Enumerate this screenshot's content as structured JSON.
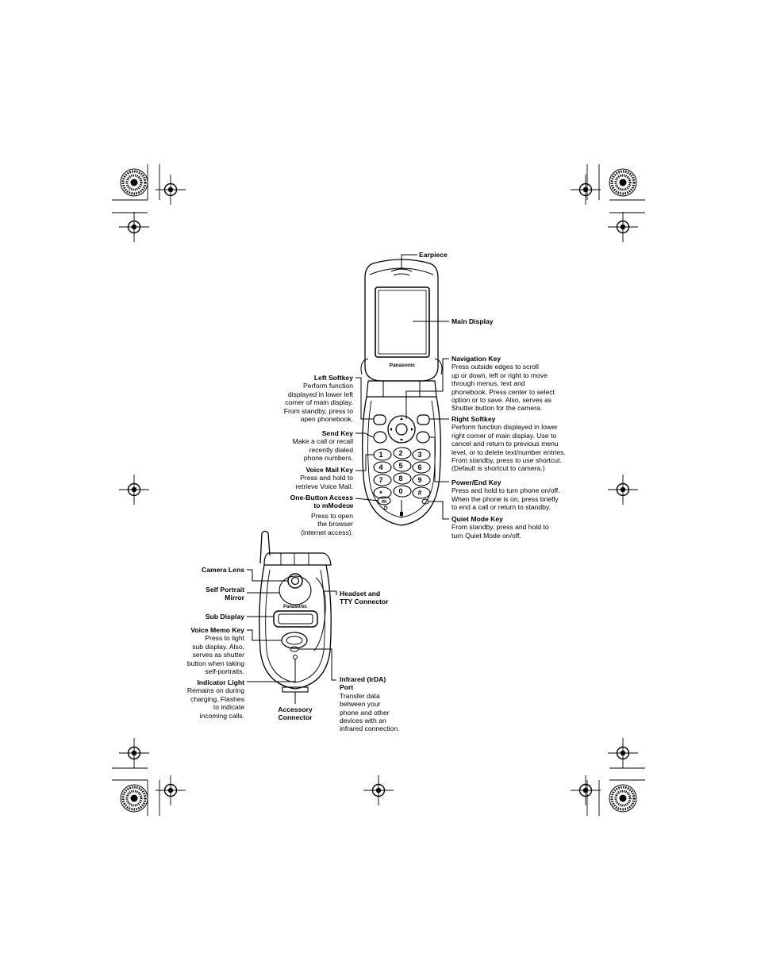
{
  "phone_open": {
    "brand": "Panasonic",
    "keys": {
      "k1": "1",
      "k2": "2",
      "k3": "3",
      "k4": "4",
      "k5": "5",
      "k6": "6",
      "k7": "7",
      "k8": "8",
      "k9": "9",
      "kstar": "*",
      "k0": "0",
      "khash": "#",
      "mmode": "m"
    }
  },
  "phone_closed": {
    "brand": "Panasonic"
  },
  "labels": {
    "earpiece": {
      "title": "Earpiece"
    },
    "main_display": {
      "title": "Main Display"
    },
    "navigation_key": {
      "title": "Navigation Key",
      "desc": "Press outside edges to scroll\nup or down, left or right to move\nthrough menus, text and\nphonebook. Press center to select\noption or to save. Also, serves as\nShutter button for the camera."
    },
    "left_softkey": {
      "title": "Left Softkey",
      "desc": "Perform function\ndisplayed in lower left\ncorner of main display.\nFrom standby, press to\nopen phonebook."
    },
    "right_softkey": {
      "title": "Right Softkey",
      "desc": "Perform function displayed in lower\nright corner of main display. Use to\ncancel and return to previous menu\nlevel, or to delete text/number entries.\nFrom standby, press to use shortcut.\n(Default is shortcut to camera.)"
    },
    "send_key": {
      "title": "Send Key",
      "desc": "Make a call or recall\nrecently dialed\nphone numbers."
    },
    "voice_mail_key": {
      "title": "Voice Mail Key",
      "desc": "Press and hold to\nretrieve Voice Mail."
    },
    "one_button_access": {
      "title_line1": "One-Button Access",
      "title_line2": "to mMode",
      "title_sup": "SM",
      "desc": "Press to open\nthe browser\n(internet access)."
    },
    "power_end_key": {
      "title": "Power/End Key",
      "desc": "Press and hold to turn phone on/off.\nWhen the phone is on, press briefly\nto end a call or return to standby."
    },
    "quiet_mode_key": {
      "title": "Quiet Mode Key",
      "desc": "From standby, press and hold to\nturn Quiet Mode on/off."
    },
    "camera_lens": {
      "title": "Camera Lens"
    },
    "self_portrait_mirror": {
      "title": "Self Portrait\nMirror"
    },
    "sub_display": {
      "title": "Sub Display"
    },
    "voice_memo_key": {
      "title": "Voice Memo Key",
      "desc": "Press to light\nsub display. Also,\nserves as shutter\nbutton when taking\nself-portraits."
    },
    "indicator_light": {
      "title": "Indicator Light",
      "desc": "Remains on during\ncharging. Flashes\nto indicate\nincoming calls."
    },
    "headset_connector": {
      "title": "Headset and\nTTY Connector"
    },
    "infrared_port": {
      "title": "Infrared (IrDA)\nPort",
      "desc": "Transfer data\nbetween your\nphone and other\ndevices with an\ninfrared connection."
    },
    "accessory_connector": {
      "title": "Accessory\nConnector"
    }
  }
}
